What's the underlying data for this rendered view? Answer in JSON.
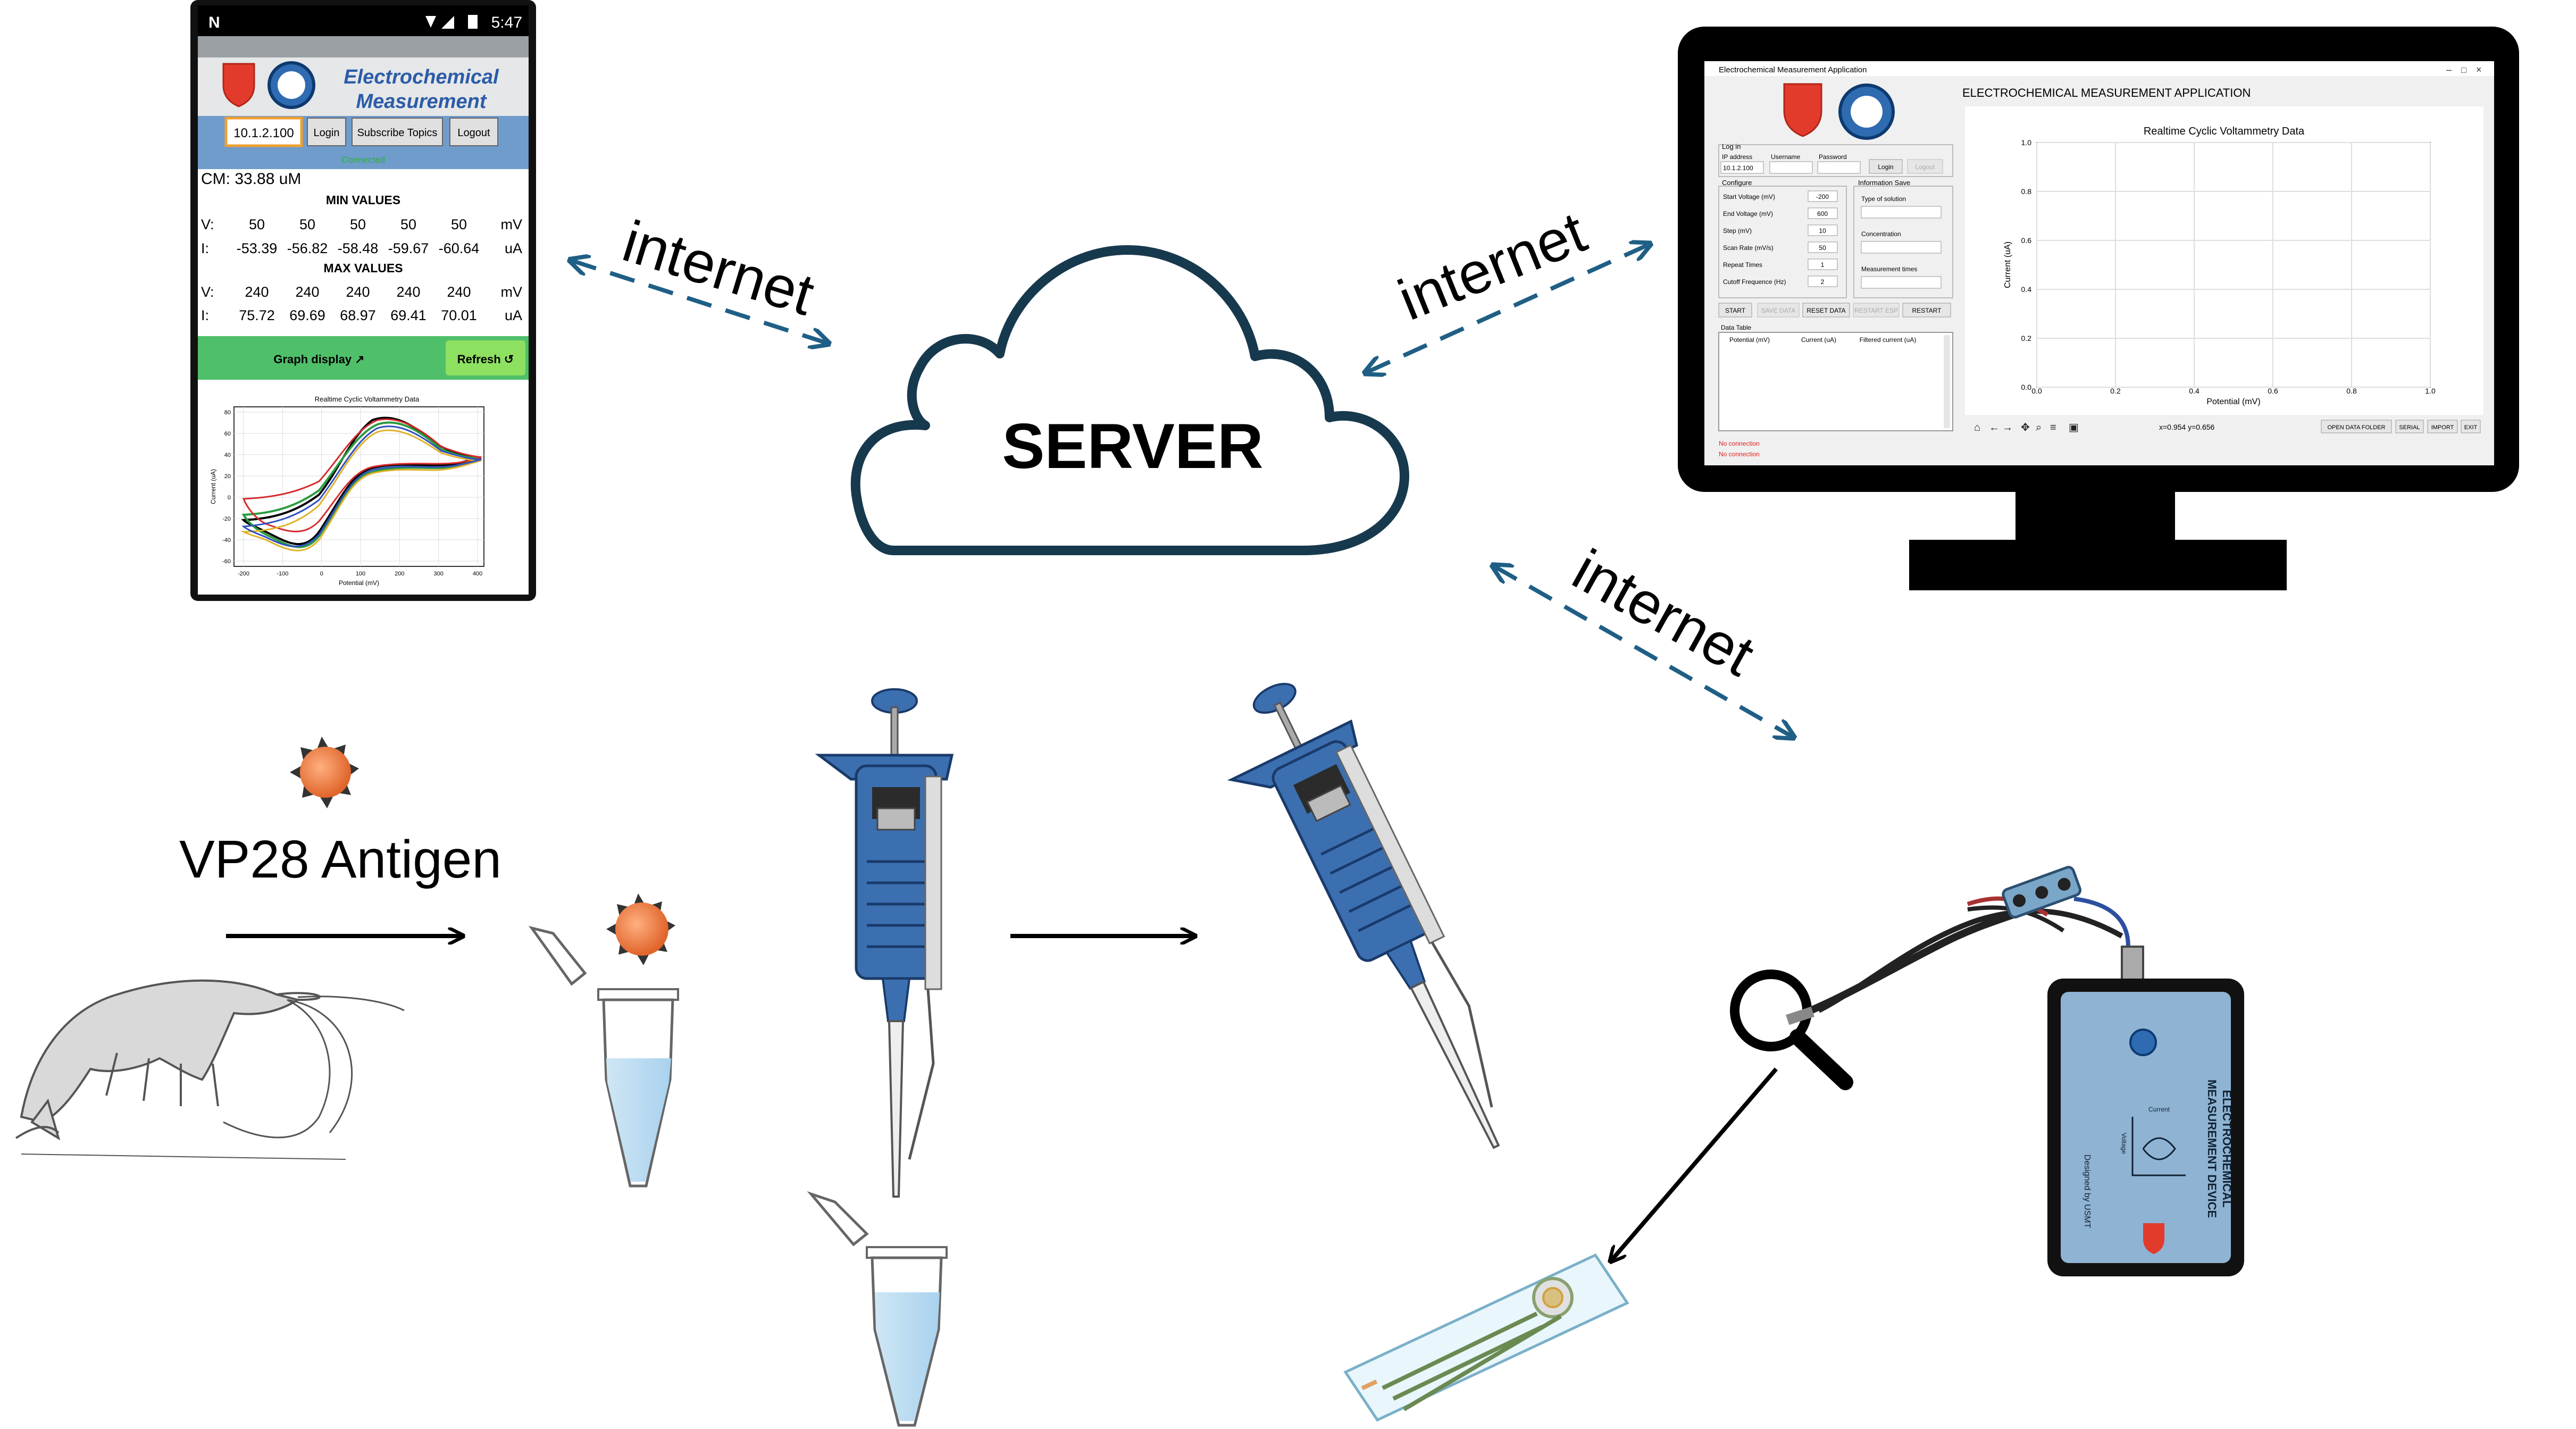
{
  "server": {
    "label": "SERVER"
  },
  "internet_labels": [
    "internet",
    "internet",
    "internet"
  ],
  "antigen": {
    "label": "VP28 Antigen"
  },
  "phone": {
    "status_left": "N",
    "status_time": "5:47",
    "title_line1": "Electrochemical",
    "title_line2": "Measurement",
    "ip_value": "10.1.2.100",
    "login": "Login",
    "subscribe": "Subscribe Topics",
    "logout": "Logout",
    "connected": "Connected",
    "cm": "CM: 33.88 uM",
    "min_title": "MIN VALUES",
    "max_title": "MAX VALUES",
    "v_label": "V:",
    "i_label": "I:",
    "mv_unit": "mV",
    "ua_unit": "uA",
    "min_v": [
      "50",
      "50",
      "50",
      "50",
      "50"
    ],
    "min_i": [
      "-53.39",
      "-56.82",
      "-58.48",
      "-59.67",
      "-60.64"
    ],
    "max_v": [
      "240",
      "240",
      "240",
      "240",
      "240"
    ],
    "max_i": [
      "75.72",
      "69.69",
      "68.97",
      "69.41",
      "70.01"
    ],
    "graph_btn": "Graph display ↗",
    "refresh_btn": "Refresh ↺",
    "chart_title": "Realtime Cyclic Voltammetry Data",
    "chart_xlabel": "Potential (mV)",
    "chart_ylabel": "Current (uA)",
    "x_ticks": [
      "-200",
      "-100",
      "0",
      "100",
      "200",
      "300",
      "400"
    ],
    "y_ticks": [
      "80",
      "60",
      "40",
      "20",
      "0",
      "-20",
      "-40",
      "-60"
    ]
  },
  "desktop": {
    "window_title": "Electrochemical Measurement Application",
    "app_title": "ELECTROCHEMICAL MEASUREMENT APPLICATION",
    "login_group": "Log in",
    "ip_label": "IP address",
    "ip_value": "10.1.2.100",
    "username_label": "Username",
    "password_label": "Password",
    "login_btn": "Login",
    "logout_btn": "Logout",
    "configure_group": "Configure",
    "config_labels": [
      "Start Voltage (mV)",
      "End Voltage (mV)",
      "Step (mV)",
      "Scan Rate (mV/s)",
      "Repeat Times",
      "Cutoff Frequence (Hz)"
    ],
    "config_values": [
      "-200",
      "600",
      "10",
      "50",
      "1",
      "2"
    ],
    "info_group": "Information Save",
    "type_label": "Type of solution",
    "conc_label": "Concentration",
    "times_label": "Measurement times",
    "buttons": [
      "START",
      "SAVE DATA",
      "RESET DATA",
      "RESTART ESP",
      "RESTART"
    ],
    "data_table_title": "Data Table",
    "table_cols": [
      "Potential (mV)",
      "Current (uA)",
      "Filtered current (uA)"
    ],
    "status1": "No connection",
    "status2": "No connection",
    "chart_title": "Realtime Cyclic Voltammetry Data",
    "xlabel": "Potential (mV)",
    "ylabel": "Current (uA)",
    "x_ticks": [
      "0.0",
      "0.2",
      "0.4",
      "0.6",
      "0.8",
      "1.0"
    ],
    "y_ticks": [
      "1.0",
      "0.8",
      "0.6",
      "0.4",
      "0.2",
      "0.0"
    ],
    "coords": "x=0.954 y=0.656",
    "bottom_buttons": [
      "OPEN DATA FOLDER",
      "SERIAL",
      "IMPORT",
      "EXIT"
    ]
  },
  "device": {
    "line1": "ELECTROCHEMICAL",
    "line2": "MEASUREMENT DEVICE",
    "designed": "Designed by USMT",
    "current_label": "Current",
    "voltage_label": "Voltage"
  },
  "colors": {
    "arrow_blue": "#1f5f85",
    "cloud_stroke": "#17394d",
    "pipette_blue": "#3b6fb0",
    "antigen_orange": "#f08040",
    "header_blue": "#6f9ccb",
    "green_btn": "#4fbf6a"
  }
}
